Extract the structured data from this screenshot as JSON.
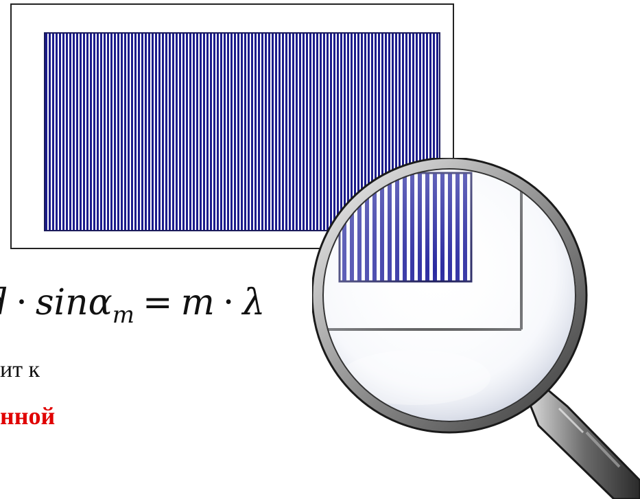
{
  "formula": {
    "d": "d",
    "dot1": "·",
    "sin": "sin",
    "alpha": "α",
    "sub_m": "m",
    "equals": "=",
    "m": "m",
    "dot2": "·",
    "lambda": "λ"
  },
  "caption": {
    "line1": "ит к",
    "line2": "нной"
  },
  "colors": {
    "grating_lines": "#1c1c8c",
    "caption_accent": "#e00000"
  },
  "icons": {
    "magnifier": "magnifying-glass-icon"
  }
}
